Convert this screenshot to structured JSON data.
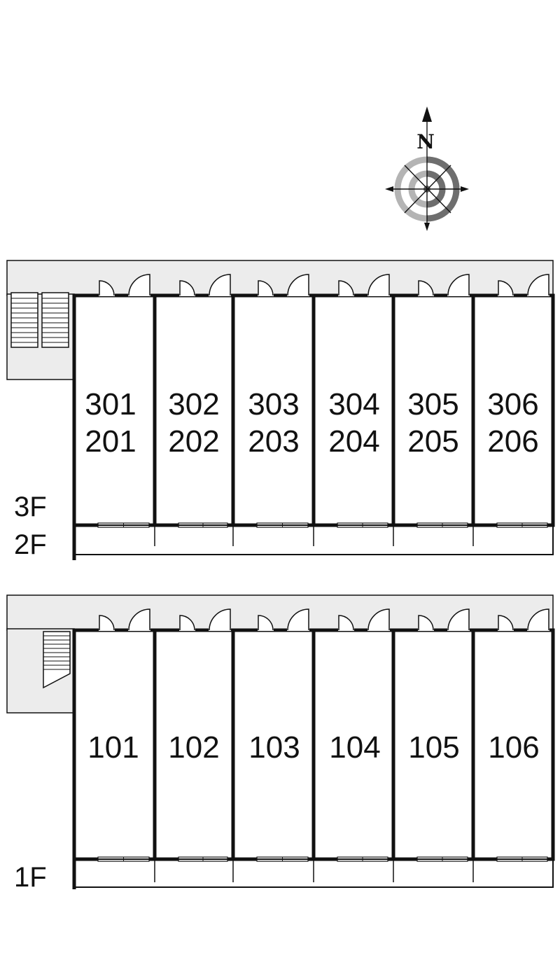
{
  "compass": {
    "north_label": "N",
    "icon": "compass-rose-icon",
    "colors": {
      "ring_light": "#b4b4b4",
      "ring_dark": "#6e6e6e"
    }
  },
  "upper_block": {
    "floor_labels": [
      "3F",
      "2F"
    ],
    "units": [
      {
        "top": "301",
        "bottom": "201"
      },
      {
        "top": "302",
        "bottom": "202"
      },
      {
        "top": "303",
        "bottom": "203"
      },
      {
        "top": "304",
        "bottom": "204"
      },
      {
        "top": "305",
        "bottom": "205"
      },
      {
        "top": "306",
        "bottom": "206"
      }
    ]
  },
  "lower_block": {
    "floor_labels": [
      "1F"
    ],
    "units": [
      {
        "label": "101"
      },
      {
        "label": "102"
      },
      {
        "label": "103"
      },
      {
        "label": "104"
      },
      {
        "label": "105"
      },
      {
        "label": "106"
      }
    ]
  },
  "colors": {
    "corridor": "#ececec",
    "wall": "#111111",
    "background": "#ffffff"
  }
}
